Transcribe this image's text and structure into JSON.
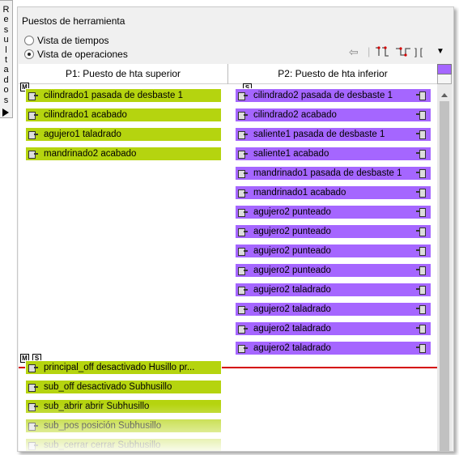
{
  "side_tab": {
    "letters": "R e s u l t a d o s",
    "arrow_icon": "play-right-icon"
  },
  "panel": {
    "title": "Puestos de herramienta",
    "view_options": [
      {
        "label": "Vista de tiempos",
        "selected": false
      },
      {
        "label": "Vista de operaciones",
        "selected": true
      }
    ],
    "toolbar_icons": [
      "undo-arrow-icon",
      "sync-marker-icon",
      "sync-offset-icon",
      "bracket-icon",
      "dropdown-icon"
    ]
  },
  "columns": [
    {
      "label": "P1: Puesto de hta superior",
      "marker": "M"
    },
    {
      "label": "P2: Puesto de hta inferior",
      "marker": "S"
    }
  ],
  "p1_operations": [
    "cilindrado1  pasada de desbaste 1",
    "cilindrado1  acabado",
    "agujero1  taladrado",
    "mandrinado2  acabado"
  ],
  "p2_operations": [
    "cilindrado2  pasada de desbaste 1",
    "cilindrado2  acabado",
    "saliente1  pasada de desbaste 1",
    "saliente1  acabado",
    "mandrinado1  pasada de desbaste 1",
    "mandrinado1  acabado",
    "agujero2  punteado",
    "agujero2  punteado",
    "agujero2  punteado",
    "agujero2  punteado",
    "agujero2  taladrado",
    "agujero2  taladrado",
    "agujero2  taladrado",
    "agujero2  taladrado"
  ],
  "sync_markers": [
    "M",
    "S"
  ],
  "lower_operations": [
    "principal_off  desactivado Husillo pr...",
    "sub_off  desactivado Subhusillo",
    "sub_abrir  abrir Subhusillo",
    "sub_pos  posición Subhusillo",
    "sub_cerrar  cerrar Subhusillo"
  ],
  "colors": {
    "p1": "#b5d40f",
    "p2": "#a566ff",
    "sync_line": "#d40000"
  }
}
